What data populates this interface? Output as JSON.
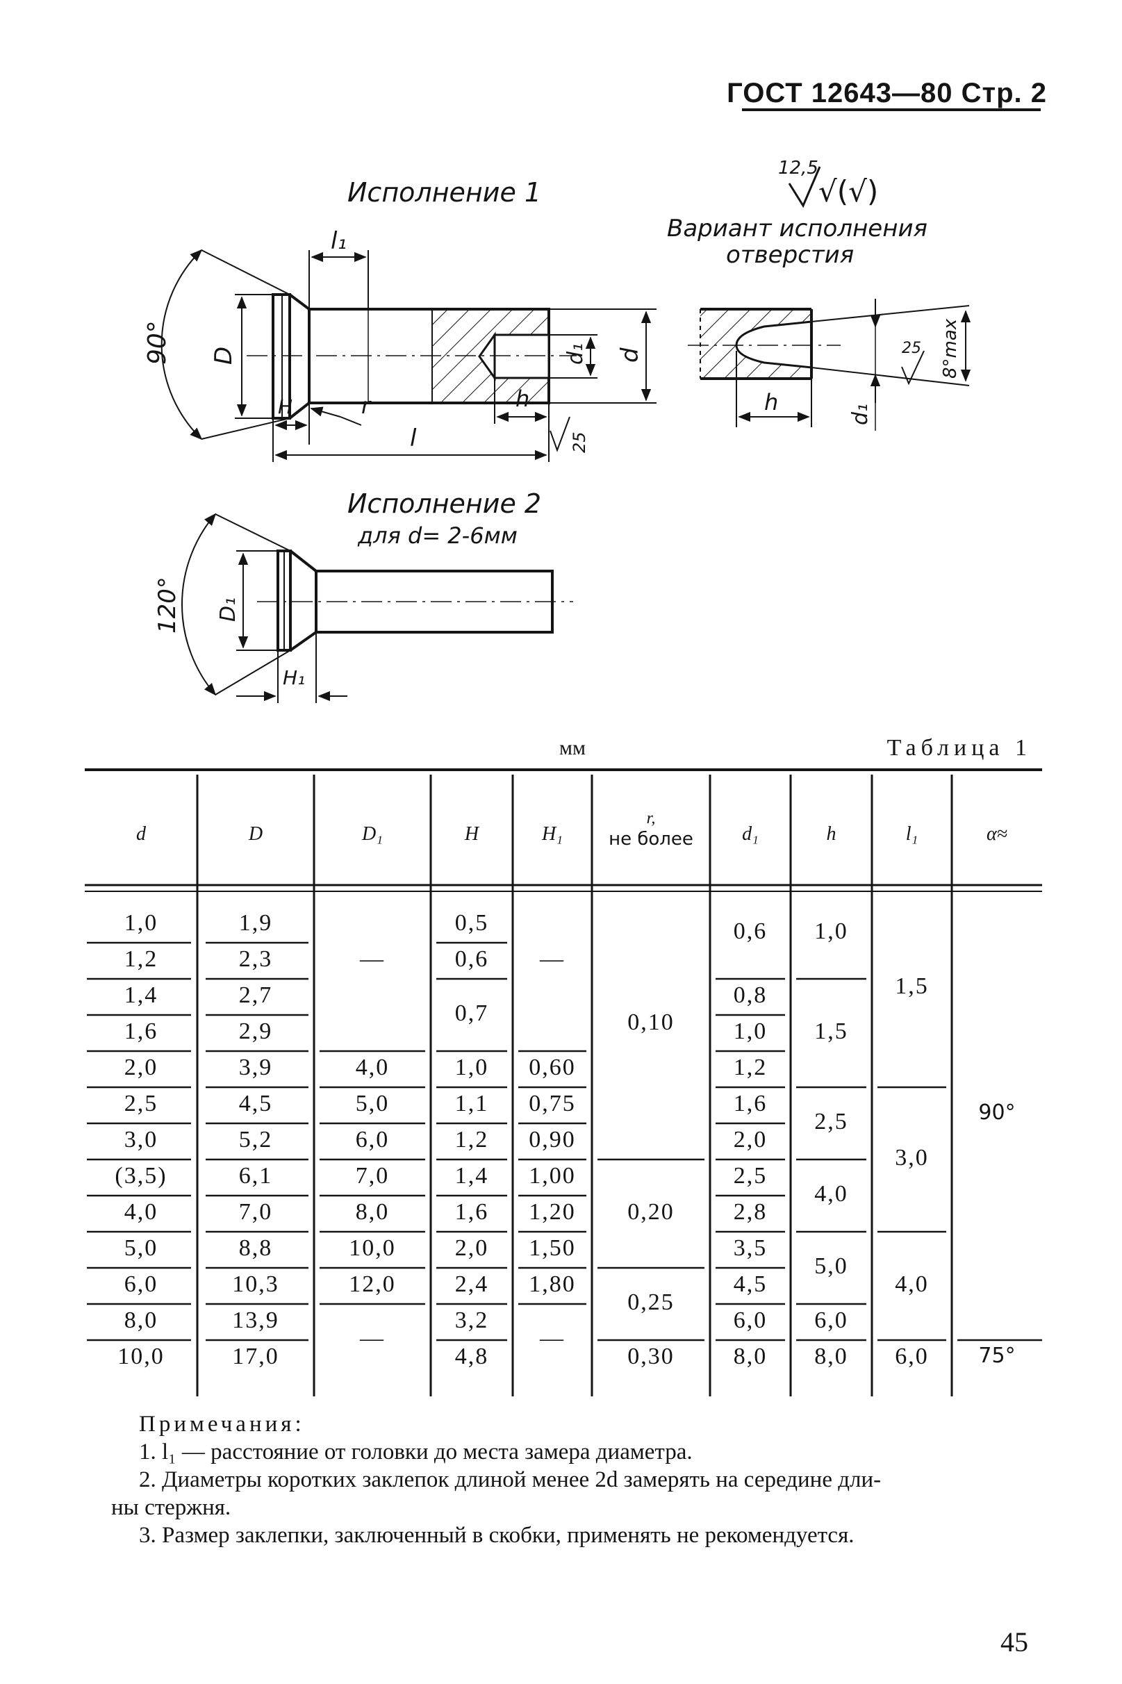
{
  "header": {
    "gost": "ГОСТ 12643—80",
    "page_ref": "Стр. 2"
  },
  "drawing": {
    "variant1": "Исполнение 1",
    "variant2": "Исполнение 2",
    "variant2_cond": "для d= 2-6мм",
    "hole_variant_line1": "Вариант исполнения",
    "hole_variant_line2": "отверстия",
    "roughness_mark": "12,5",
    "roughness_sym": "√(√)",
    "angle1": "90°",
    "angle2": "120°",
    "lbl_l1": "l₁",
    "lbl_D": "D",
    "lbl_d1": "d₁",
    "lbl_d": "d",
    "lbl_H": "H",
    "lbl_r": "r",
    "lbl_h": "h",
    "lbl_l": "l",
    "lbl_25": "25",
    "lbl_D1": "D₁",
    "lbl_H1": "H₁",
    "lbl_h_var": "h",
    "lbl_d1_var": "d₁",
    "lbl_25_var": "25",
    "lbl_8max": "8°max"
  },
  "table": {
    "unit": "мм",
    "title": "Таблица 1",
    "headers": [
      "d",
      "D",
      "D₁",
      "H",
      "H₁",
      "r,",
      "не более",
      "d₁",
      "h",
      "l₁",
      "α≈"
    ],
    "d": [
      "1,0",
      "1,2",
      "1,4",
      "1,6",
      "2,0",
      "2,5",
      "3,0",
      "(3,5)",
      "4,0",
      "5,0",
      "6,0",
      "8,0",
      "10,0"
    ],
    "D": [
      "1,9",
      "2,3",
      "2,7",
      "2,9",
      "3,9",
      "4,5",
      "5,2",
      "6,1",
      "7,0",
      "8,8",
      "10,3",
      "13,9",
      "17,0"
    ],
    "D1": [
      "—",
      "4,0",
      "5,0",
      "6,0",
      "7,0",
      "8,0",
      "10,0",
      "12,0",
      "—"
    ],
    "H": [
      "0,5",
      "0,6",
      "0,7",
      "1,0",
      "1,1",
      "1,2",
      "1,4",
      "1,6",
      "2,0",
      "2,4",
      "3,2",
      "4,8"
    ],
    "H1": [
      "—",
      "0,60",
      "0,75",
      "0,90",
      "1,00",
      "1,20",
      "1,50",
      "1,80",
      "—"
    ],
    "r": [
      "0,10",
      "0,20",
      "0,25",
      "0,30"
    ],
    "d1": [
      "0,6",
      "0,8",
      "1,0",
      "1,2",
      "1,6",
      "2,0",
      "2,5",
      "2,8",
      "3,5",
      "4,5",
      "6,0",
      "8,0"
    ],
    "h": [
      "1,0",
      "1,5",
      "2,5",
      "4,0",
      "5,0",
      "6,0",
      "8,0"
    ],
    "l1": [
      "1,5",
      "3,0",
      "4,0",
      "6,0"
    ],
    "alpha": [
      "90°",
      "75°"
    ]
  },
  "notes": {
    "heading": "Примечания:",
    "n1": "1. l₁ — расстояние от головки до места замера диаметра.",
    "n2a": "2. Диаметры коротких заклепок длиной менее 2d замерять на середине дли-",
    "n2b": "ны стержня.",
    "n3": "3. Размер заклепки, заключенный в скобки, применять не рекомендуется."
  },
  "page_number": "45"
}
